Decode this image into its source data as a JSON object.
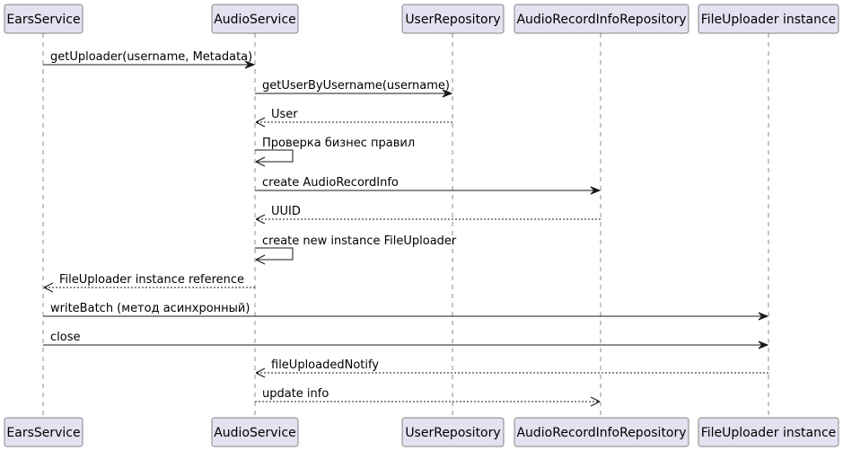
{
  "participants": [
    {
      "id": "ears",
      "name": "EarsService"
    },
    {
      "id": "audio",
      "name": "AudioService"
    },
    {
      "id": "user",
      "name": "UserRepository"
    },
    {
      "id": "record",
      "name": "AudioRecordInfoRepository"
    },
    {
      "id": "uploader",
      "name": "FileUploader instance"
    }
  ],
  "messages": [
    {
      "from": "ears",
      "to": "audio",
      "label": "getUploader(username, Metadata)",
      "style": "solid"
    },
    {
      "from": "audio",
      "to": "user",
      "label": "getUserByUsername(username)",
      "style": "solid"
    },
    {
      "from": "user",
      "to": "audio",
      "label": "User",
      "style": "dashed"
    },
    {
      "from": "audio",
      "to": "audio",
      "label": "Проверка бизнес правил",
      "style": "solid"
    },
    {
      "from": "audio",
      "to": "record",
      "label": "create AudioRecordInfo",
      "style": "solid"
    },
    {
      "from": "record",
      "to": "audio",
      "label": "UUID",
      "style": "dashed"
    },
    {
      "from": "audio",
      "to": "audio",
      "label": "create new instance FileUploader",
      "style": "solid"
    },
    {
      "from": "audio",
      "to": "ears",
      "label": "FileUploader instance reference",
      "style": "dashed"
    },
    {
      "from": "ears",
      "to": "uploader",
      "label": "writeBatch (метод асинхронный)",
      "style": "solid"
    },
    {
      "from": "ears",
      "to": "uploader",
      "label": "close",
      "style": "solid"
    },
    {
      "from": "uploader",
      "to": "audio",
      "label": "fileUploadedNotify",
      "style": "dashed"
    },
    {
      "from": "audio",
      "to": "record",
      "label": "update info",
      "style": "dashed"
    }
  ]
}
